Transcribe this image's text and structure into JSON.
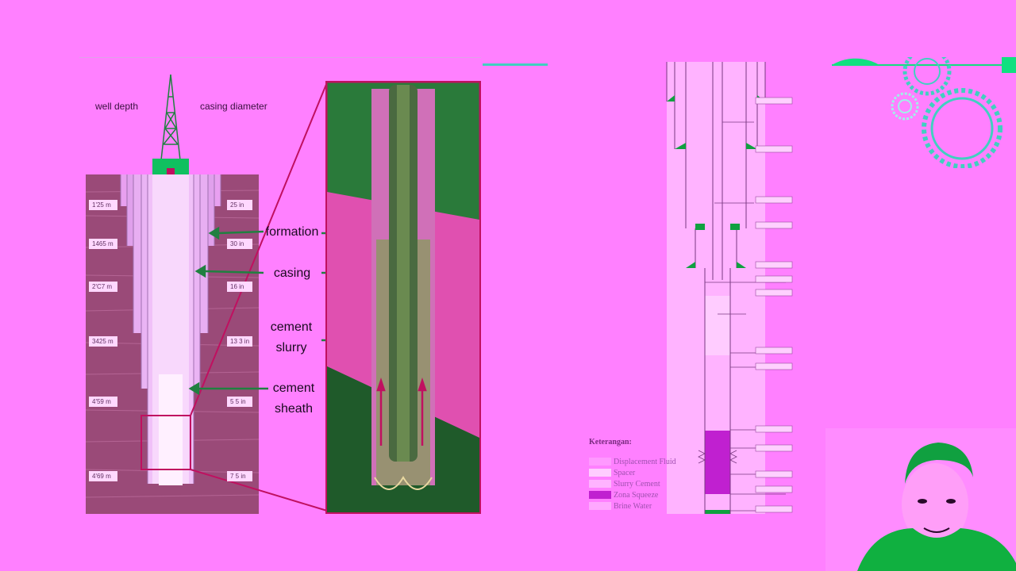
{
  "left_diagram": {
    "header_left": "well depth",
    "header_right": "casing diameter",
    "depths": [
      "1'25 m",
      "1465 m",
      "2'C7 m",
      "3425 m",
      "4'59 m",
      "4'69 m"
    ],
    "diameters": [
      "25 in",
      "30 in",
      "16 in",
      "13 3 in",
      "5 5 in",
      "7 5 in"
    ],
    "callouts": {
      "formation": "formation",
      "casing": "casing",
      "cement_slurry": "cement slurry",
      "cement_sheath": "cement sheath"
    }
  },
  "right_diagram": {
    "legend": {
      "title": "Keterangan:",
      "items": [
        {
          "label": "Displacement Fluid",
          "color": "#ff99ff"
        },
        {
          "label": "Spacer",
          "color": "#ffccff"
        },
        {
          "label": "Slurry Cement",
          "color": "#ffb3ff"
        },
        {
          "label": "Zona Squeeze",
          "color": "#c020d0"
        },
        {
          "label": "Brine Water",
          "color": "#ffa8ff"
        }
      ]
    }
  },
  "colors": {
    "background": "#ff80ff",
    "ground": "#9a4a78",
    "casing": "#e8a0f0",
    "accent_green": "#10c060",
    "frame_red": "#c01060",
    "formation_green": "#2a7a3a"
  }
}
